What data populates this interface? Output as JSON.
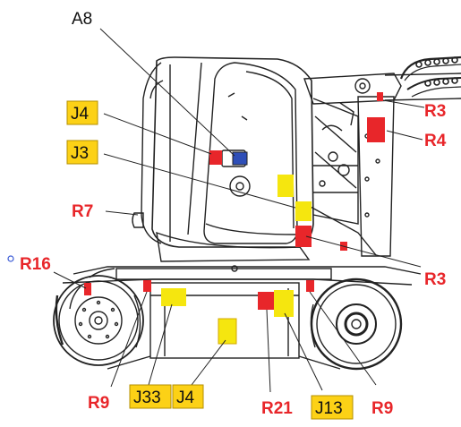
{
  "labels": {
    "a8": "A8",
    "j4_top": "J4",
    "j3": "J3",
    "r7": "R7",
    "r16": "R16",
    "r3_top": "R3",
    "r4": "R4",
    "r3_mid": "R3",
    "r9_left": "R9",
    "j33": "J33",
    "j4_bottom": "J4",
    "r21": "R21",
    "j13": "J13",
    "r9_right": "R9"
  },
  "colors": {
    "component_red": "#e8262a",
    "component_yellow": "#f5e60f",
    "label_box_fill": "#fcd116",
    "label_red_text": "#e8262a",
    "module_blue": "#2f4fb8",
    "outline": "#222222"
  }
}
